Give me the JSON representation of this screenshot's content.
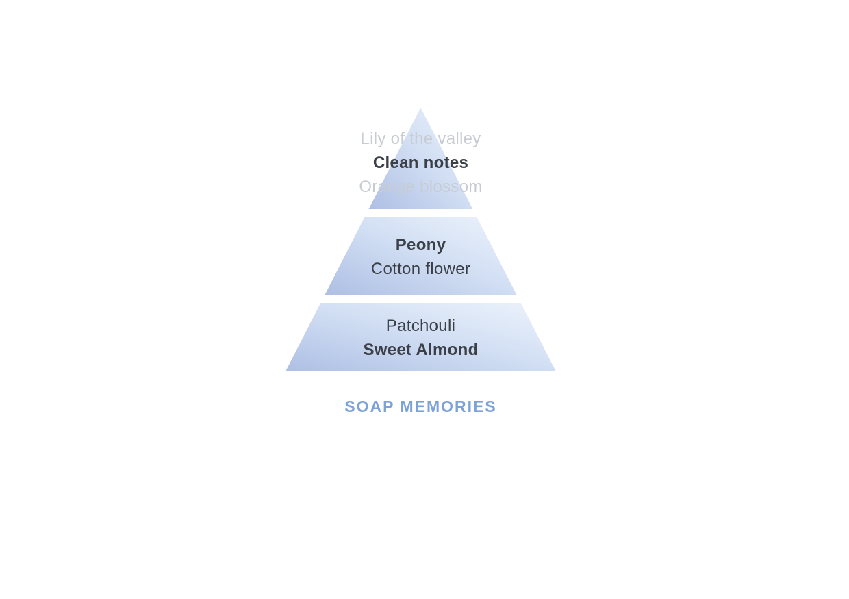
{
  "pyramid": {
    "top_tier": {
      "line1": "Lily of the valley",
      "line2": "Clean notes",
      "line3": "Orange blossom"
    },
    "middle_tier": {
      "line1": "Peony",
      "line2": "Cotton flower"
    },
    "base_tier": {
      "line1": "Patchouli",
      "line2": "Sweet Almond"
    },
    "caption": "SOAP MEMORIES",
    "colors": {
      "tier_gradient_start": "#aebfe4",
      "tier_gradient_mid": "#d3e0f4",
      "tier_gradient_end": "#edf3fc",
      "text_dark": "#3b4048",
      "text_muted": "#c7ccd3",
      "caption_blue": "#7da2d6",
      "background": "#ffffff"
    }
  }
}
